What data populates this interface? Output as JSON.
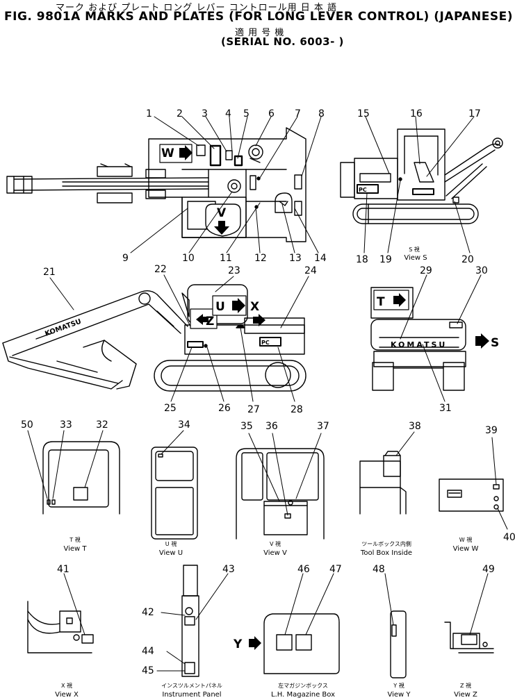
{
  "header": {
    "japanese_title": "マーク および プレート   ロング レバー コントロール用   日 本 語",
    "title": "FIG. 9801A  MARKS AND PLATES (FOR LONG LEVER CONTROL) (JAPANESE)",
    "japanese_serial": "適 用 号 機",
    "serial": "(SERIAL  NO. 6003- )"
  },
  "brand_text": "KOMATSU",
  "plate_text": "PC",
  "view_letters": {
    "w": "W",
    "v": "V",
    "t": "T",
    "u": "U",
    "x": "X",
    "z": "Z",
    "s": "S",
    "y": "Y"
  },
  "view_captions": {
    "s": {
      "jp": "S  視",
      "en": "View S"
    },
    "t": {
      "jp": "T  視",
      "en": "View T"
    },
    "u": {
      "jp": "U  視",
      "en": "View U"
    },
    "v": {
      "jp": "V  視",
      "en": "View V"
    },
    "tool_box": {
      "jp": "ツールボックス内側",
      "en": "Tool Box Inside"
    },
    "w": {
      "jp": "W  視",
      "en": "View W"
    },
    "x": {
      "jp": "X  視",
      "en": "View X"
    },
    "instrument": {
      "jp": "インスツルメントパネル",
      "en": "Instrument Panel"
    },
    "magazine": {
      "jp": "左マガジンボックス",
      "en": "L.H. Magazine Box"
    },
    "y": {
      "jp": "Y  視",
      "en": "View Y"
    },
    "z": {
      "jp": "Z  視",
      "en": "View Z"
    }
  },
  "callouts": [
    "1",
    "2",
    "3",
    "4",
    "5",
    "6",
    "7",
    "8",
    "9",
    "10",
    "11",
    "12",
    "13",
    "14",
    "15",
    "16",
    "17",
    "18",
    "19",
    "20",
    "21",
    "22",
    "23",
    "24",
    "25",
    "26",
    "27",
    "28",
    "29",
    "30",
    "31",
    "32",
    "33",
    "34",
    "35",
    "36",
    "37",
    "38",
    "39",
    "40",
    "41",
    "42",
    "43",
    "44",
    "45",
    "46",
    "47",
    "48",
    "49",
    "50"
  ]
}
